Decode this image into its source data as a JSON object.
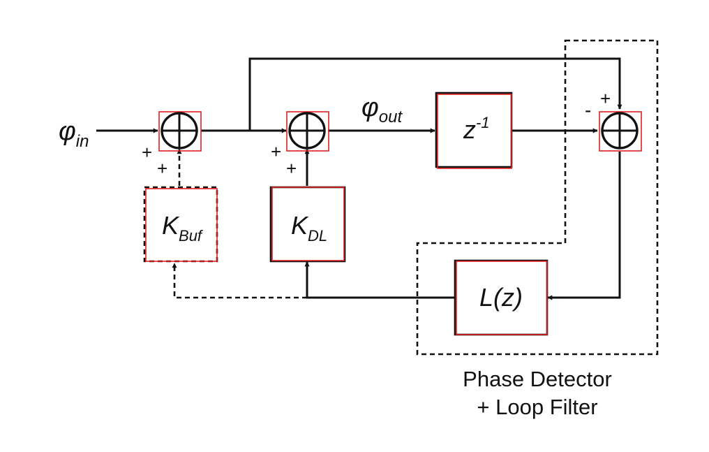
{
  "input_label": {
    "symbol": "φ",
    "sub": "in"
  },
  "output_label": {
    "symbol": "φ",
    "sub": "out"
  },
  "blocks": {
    "delay": {
      "base": "z",
      "sup": "-1"
    },
    "k_buf": {
      "base": "K",
      "sub": "Buf"
    },
    "k_dl": {
      "base": "K",
      "sub": "DL"
    },
    "loop_filter": {
      "text": "L(z)"
    }
  },
  "signs": {
    "sum1_left": "+",
    "sum1_bottom": "+",
    "sum2_left": "+",
    "sum2_bottom": "+",
    "sum3_top": "+",
    "sum3_left": "-"
  },
  "annotation": {
    "line1": "Phase Detector",
    "line2": "+ Loop Filter"
  }
}
